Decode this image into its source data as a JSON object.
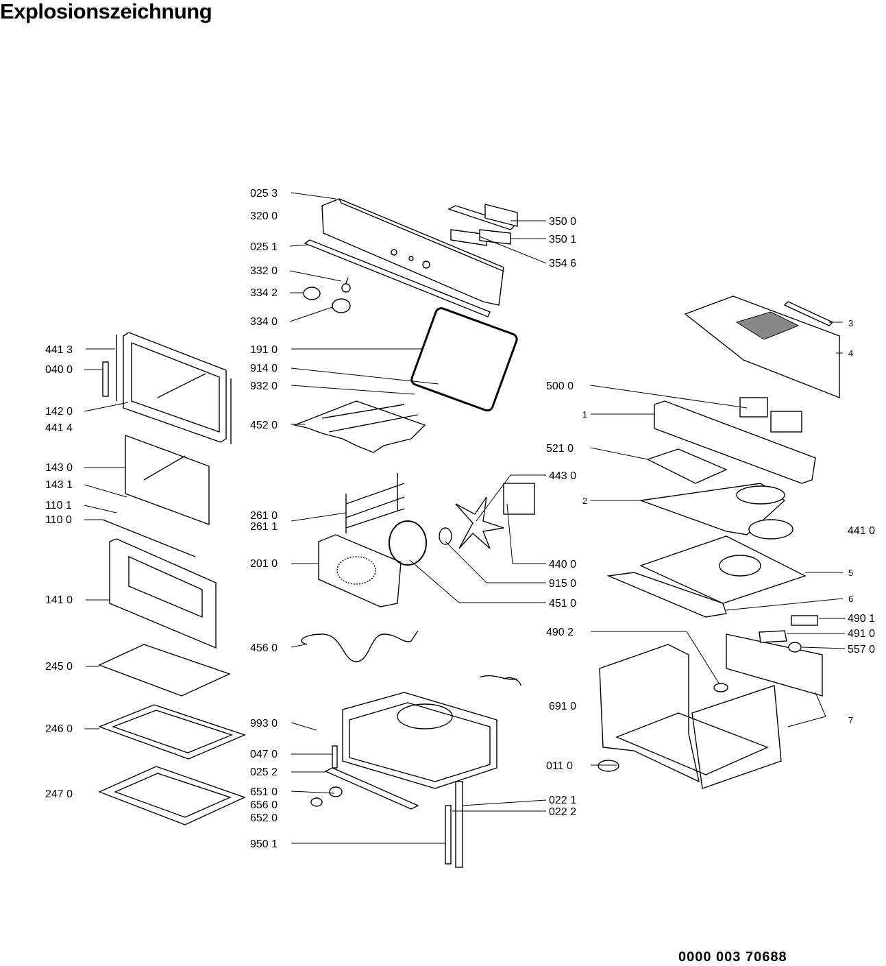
{
  "title": "Explosionszeichnung",
  "document_number": "0000 003 70688",
  "part_labels": [
    "025 3",
    "320 0",
    "025 1",
    "332 0",
    "334 2",
    "334 0",
    "350 0",
    "350 1",
    "354 6",
    "441 3",
    "040 0",
    "142 0",
    "441 4",
    "143 0",
    "143 1",
    "110 1",
    "110 0",
    "141 0",
    "245 0",
    "246 0",
    "247 0",
    "191 0",
    "914 0",
    "932 0",
    "452 0",
    "261 0",
    "261 1",
    "201 0",
    "456 0",
    "993 0",
    "047 0",
    "025 2",
    "651 0",
    "656 0",
    "652 0",
    "950 1",
    "443 0",
    "440 0",
    "915 0",
    "451 0",
    "022 1",
    "022 2",
    "500 0",
    "521 0",
    "441 0",
    "490 1",
    "491 0",
    "557 0",
    "490 2",
    "691 0",
    "011 0",
    "3",
    "4",
    "1",
    "2",
    "5",
    "6",
    "7"
  ]
}
